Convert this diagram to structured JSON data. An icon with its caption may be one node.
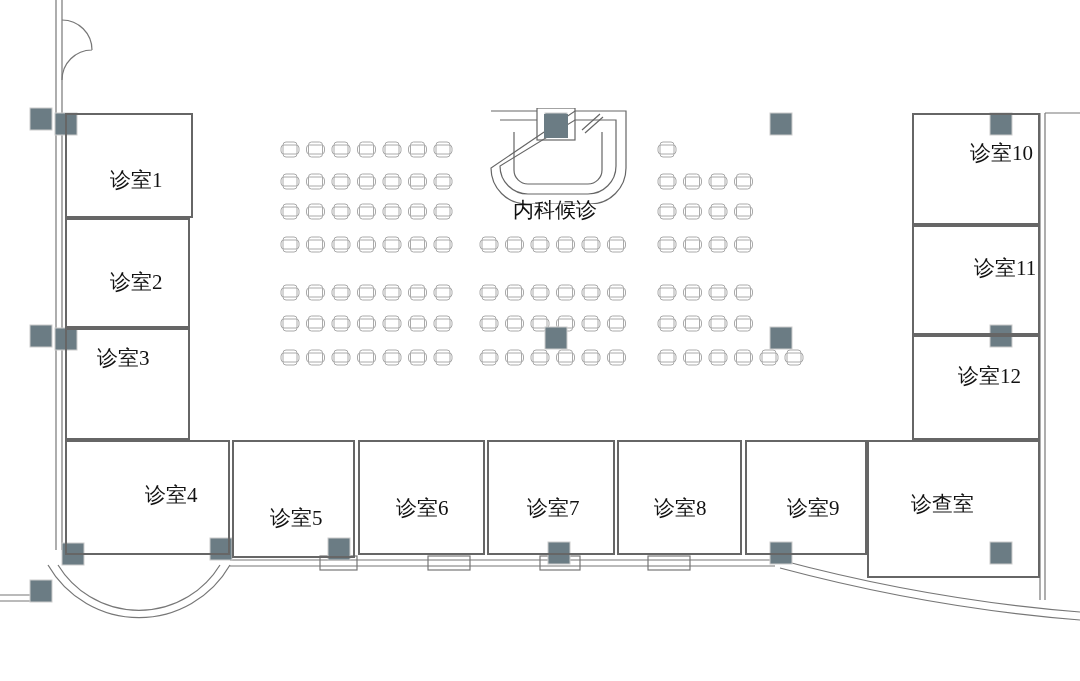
{
  "diagram": {
    "nodes": [
      {
        "text": [
          "诊室1"
        ]
      },
      {
        "text": [
          "诊室2"
        ]
      },
      {
        "text": [
          "诊室3"
        ]
      },
      {
        "text": [
          "内科候诊"
        ]
      },
      {
        "text": [
          "诊室10"
        ]
      },
      {
        "text": [
          "诊室11"
        ]
      },
      {
        "text": [
          "诊室12"
        ]
      },
      {
        "text": [
          "诊室4"
        ]
      },
      {
        "text": [
          "诊室5"
        ]
      },
      {
        "text": [
          "诊室6"
        ]
      },
      {
        "text": [
          "诊室7"
        ]
      },
      {
        "text": [
          "诊室8"
        ]
      },
      {
        "text": [
          "诊室9"
        ]
      },
      {
        "text": [
          "诊查室"
        ]
      }
    ]
  }
}
